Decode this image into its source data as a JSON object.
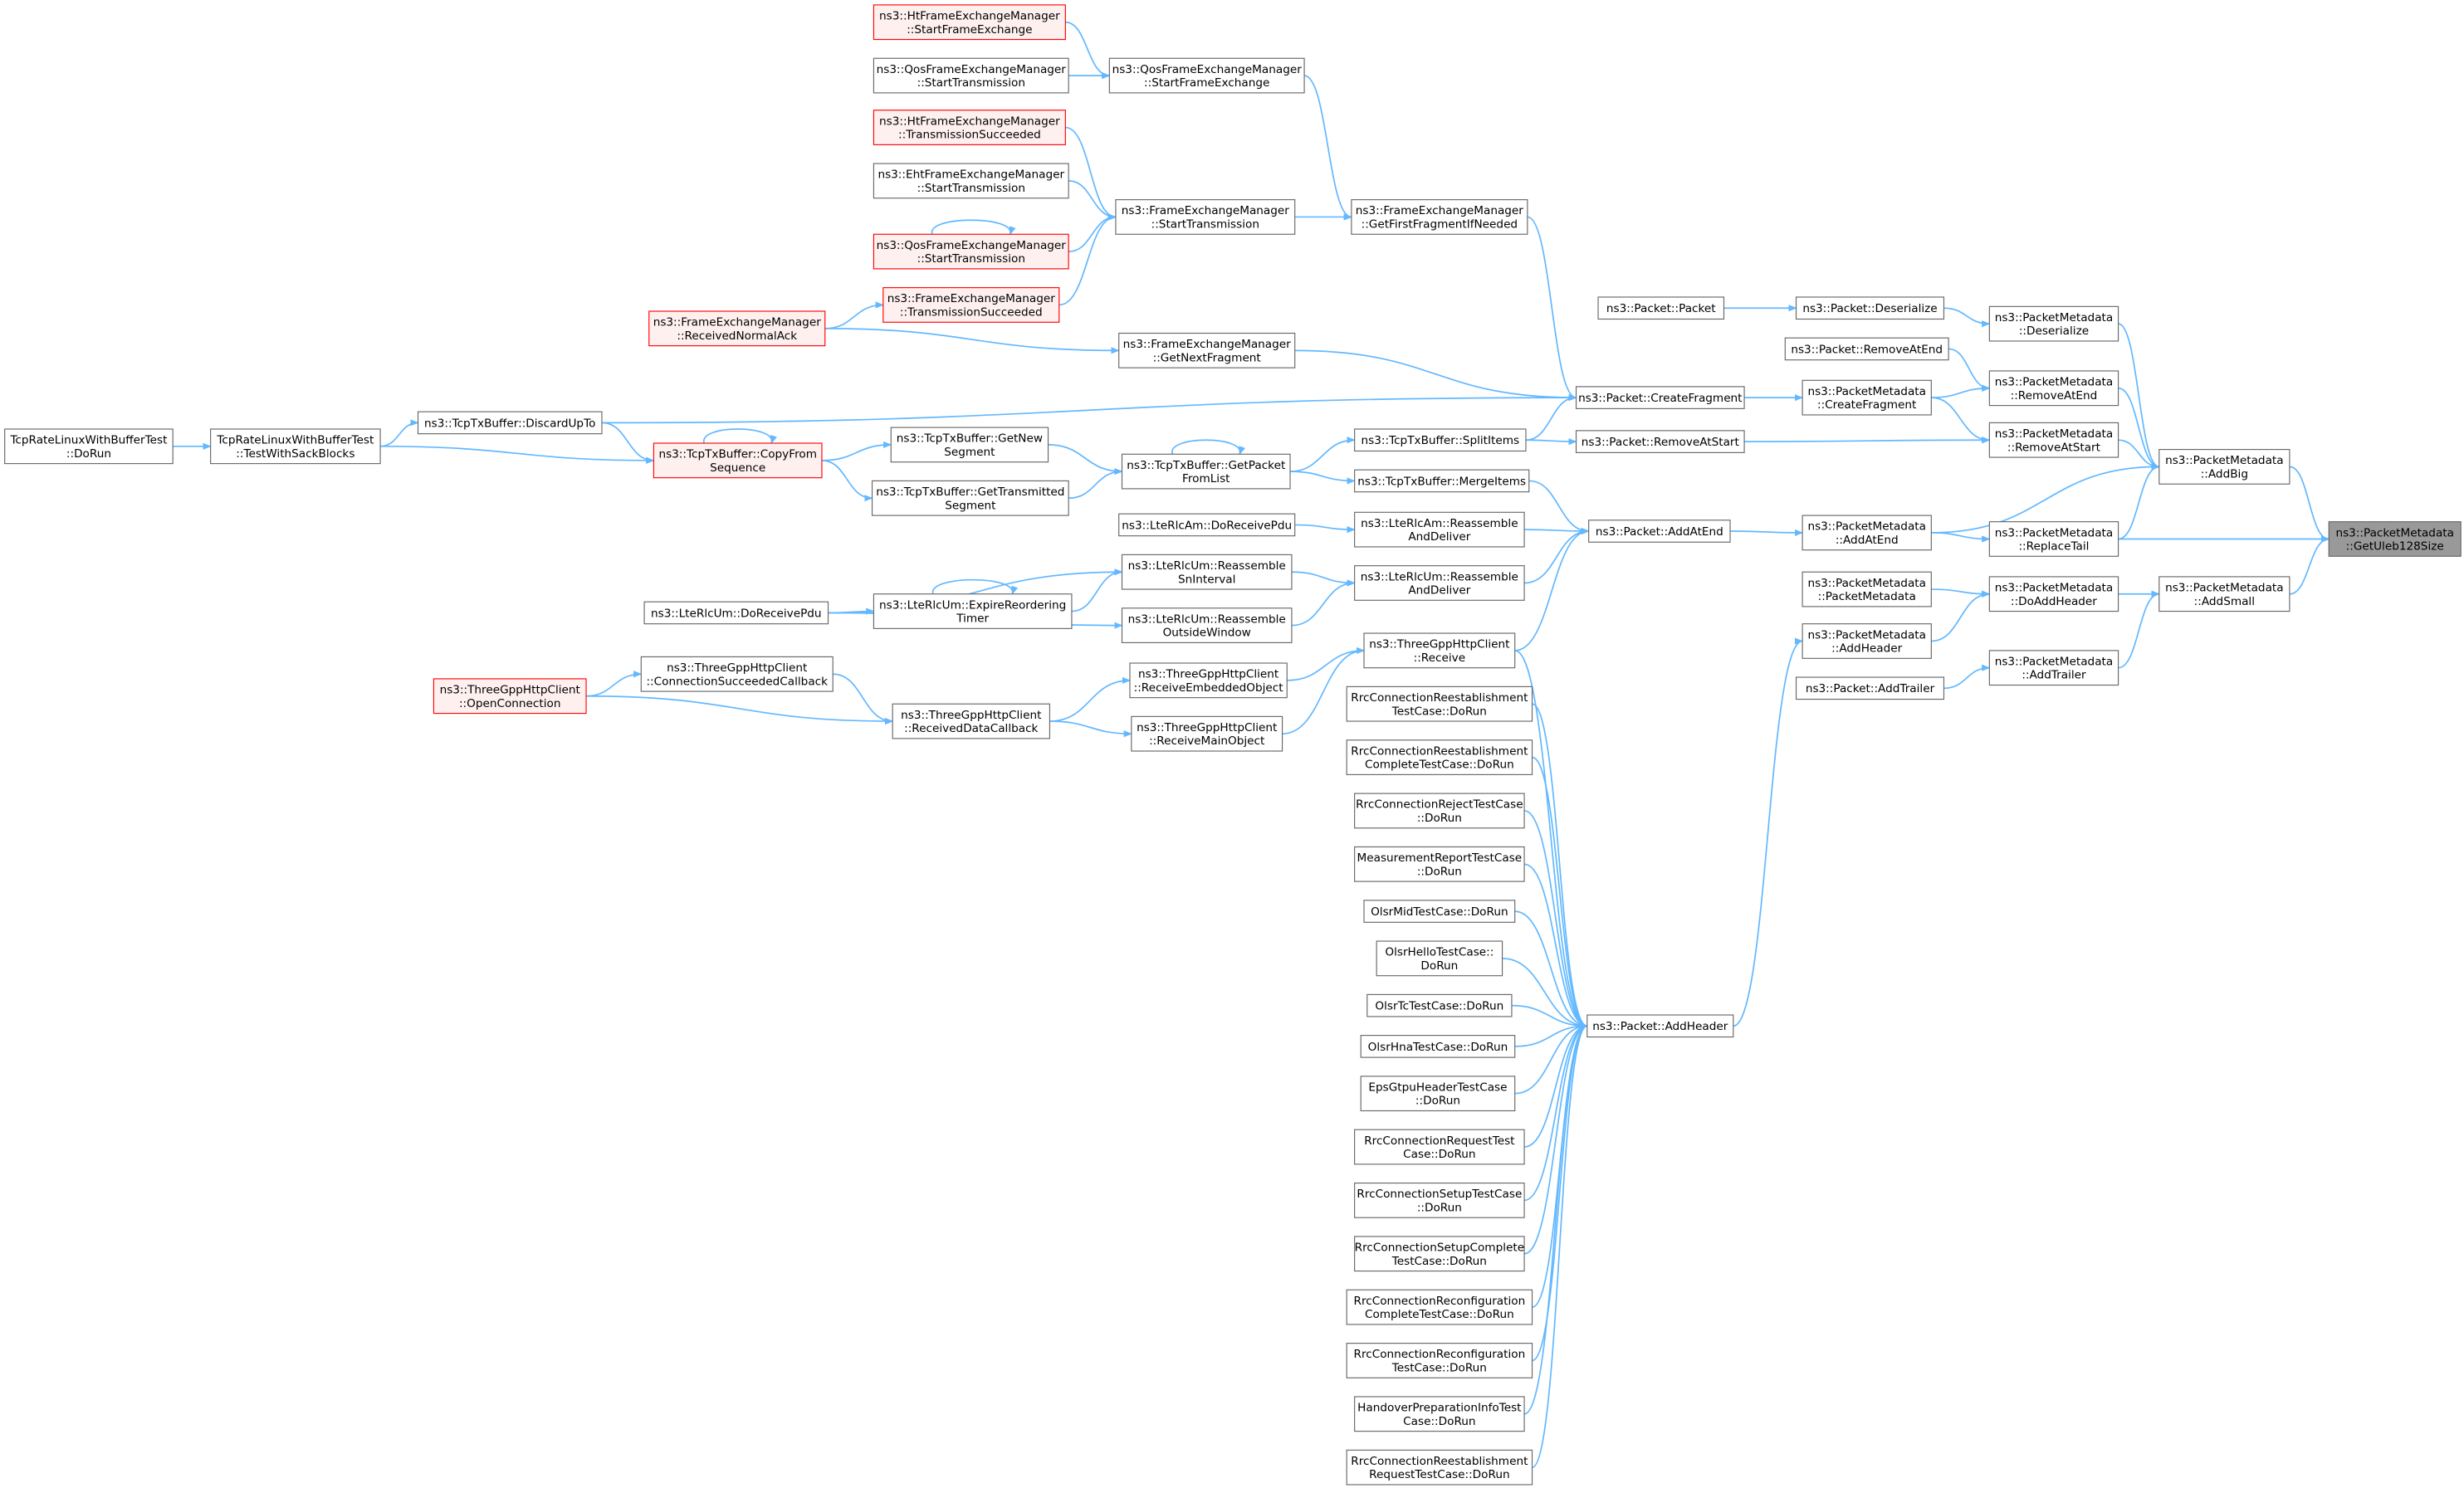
{
  "graph": {
    "title": "Caller graph of ns3::PacketMetadata::GetUleb128Size",
    "colors": {
      "edge": "#63b8ff",
      "target_fill": "#999999",
      "red_border": "#ff0000",
      "red_fill": "#fff0f0"
    },
    "nodes": {
      "target": [
        "ns3::PacketMetadata",
        "::GetUleb128Size"
      ],
      "addbig": [
        "ns3::PacketMetadata",
        "::AddBig"
      ],
      "addsmall": [
        "ns3::PacketMetadata",
        "::AddSmall"
      ],
      "pm_deserialize": [
        "ns3::PacketMetadata",
        "::Deserialize"
      ],
      "pm_removeatend": [
        "ns3::PacketMetadata",
        "::RemoveAtEnd"
      ],
      "pm_removeatstart": [
        "ns3::PacketMetadata",
        "::RemoveAtStart"
      ],
      "pm_replacetail": [
        "ns3::PacketMetadata",
        "::ReplaceTail"
      ],
      "pm_doaddheader": [
        "ns3::PacketMetadata",
        "::DoAddHeader"
      ],
      "pm_addtrailer": [
        "ns3::PacketMetadata",
        "::AddTrailer"
      ],
      "p_deserialize": [
        "ns3::Packet::Deserialize"
      ],
      "p_removeatend": [
        "ns3::Packet::RemoveAtEnd"
      ],
      "pm_createfragment": [
        "ns3::PacketMetadata",
        "::CreateFragment"
      ],
      "pm_addatend": [
        "ns3::PacketMetadata",
        "::AddAtEnd"
      ],
      "pm_packetmetadata": [
        "ns3::PacketMetadata",
        "::PacketMetadata"
      ],
      "pm_addheader": [
        "ns3::PacketMetadata",
        "::AddHeader"
      ],
      "p_addtrailer": [
        "ns3::Packet::AddTrailer"
      ],
      "p_packet": [
        "ns3::Packet::Packet"
      ],
      "p_createfragment": [
        "ns3::Packet::CreateFragment"
      ],
      "p_removeatstart": [
        "ns3::Packet::RemoveAtStart"
      ],
      "p_addatend": [
        "ns3::Packet::AddAtEnd"
      ],
      "p_addheader": [
        "ns3::Packet::AddHeader"
      ],
      "splititems": [
        "ns3::TcpTxBuffer::SplitItems"
      ],
      "mergeitems": [
        "ns3::TcpTxBuffer::MergeItems"
      ],
      "am_reassemble": [
        "ns3::LteRlcAm::Reassemble",
        "AndDeliver"
      ],
      "um_reassemble": [
        "ns3::LteRlcUm::Reassemble",
        "AndDeliver"
      ],
      "http_receive": [
        "ns3::ThreeGppHttpClient",
        "::Receive"
      ],
      "t1": [
        "RrcConnectionReestablishment",
        "TestCase::DoRun"
      ],
      "t2": [
        "RrcConnectionReestablishment",
        "CompleteTestCase::DoRun"
      ],
      "t3": [
        "RrcConnectionRejectTestCase",
        "::DoRun"
      ],
      "t4": [
        "MeasurementReportTestCase",
        "::DoRun"
      ],
      "t5": [
        "OlsrMidTestCase::DoRun"
      ],
      "t6": [
        "OlsrHelloTestCase::",
        "DoRun"
      ],
      "t7": [
        "OlsrTcTestCase::DoRun"
      ],
      "t8": [
        "OlsrHnaTestCase::DoRun"
      ],
      "t9": [
        "EpsGtpuHeaderTestCase",
        "::DoRun"
      ],
      "t10": [
        "RrcConnectionRequestTest",
        "Case::DoRun"
      ],
      "t11": [
        "RrcConnectionSetupTestCase",
        "::DoRun"
      ],
      "t12": [
        "RrcConnectionSetupComplete",
        "TestCase::DoRun"
      ],
      "t13": [
        "RrcConnectionReconfiguration",
        "CompleteTestCase::DoRun"
      ],
      "t14": [
        "RrcConnectionReconfiguration",
        "TestCase::DoRun"
      ],
      "t15": [
        "HandoverPreparationInfoTest",
        "Case::DoRun"
      ],
      "t16": [
        "RrcConnectionReestablishment",
        "RequestTestCase::DoRun"
      ],
      "fem_getfirstfrag": [
        "ns3::FrameExchangeManager",
        "::GetFirstFragmentIfNeeded"
      ],
      "fem_getnextfrag": [
        "ns3::FrameExchangeManager",
        "::GetNextFragment"
      ],
      "qos_startfe": [
        "ns3::QosFrameExchangeManager",
        "::StartFrameExchange"
      ],
      "fem_starttx": [
        "ns3::FrameExchangeManager",
        "::StartTransmission"
      ],
      "ht_startfe": [
        "ns3::HtFrameExchangeManager",
        "::StartFrameExchange"
      ],
      "qos_starttx": [
        "ns3::QosFrameExchangeManager",
        "::StartTransmission"
      ],
      "ht_txsucc": [
        "ns3::HtFrameExchangeManager",
        "::TransmissionSucceeded"
      ],
      "eht_starttx": [
        "ns3::EhtFrameExchangeManager",
        "::StartTransmission"
      ],
      "qos_starttx2": [
        "ns3::QosFrameExchangeManager",
        "::StartTransmission"
      ],
      "fem_txsucc": [
        "ns3::FrameExchangeManager",
        "::TransmissionSucceeded"
      ],
      "fem_rxnormalack": [
        "ns3::FrameExchangeManager",
        "::ReceivedNormalAck"
      ],
      "getpacketfromlist": [
        "ns3::TcpTxBuffer::GetPacket",
        "FromList"
      ],
      "getnewsegment": [
        "ns3::TcpTxBuffer::GetNew",
        "Segment"
      ],
      "gettransmittedsegment": [
        "ns3::TcpTxBuffer::GetTransmitted",
        "Segment"
      ],
      "copyfromsequence": [
        "ns3::TcpTxBuffer::CopyFrom",
        "Sequence"
      ],
      "discardupto": [
        "ns3::TcpTxBuffer::DiscardUpTo"
      ],
      "testwithsack": [
        "TcpRateLinuxWithBufferTest",
        "::TestWithSackBlocks"
      ],
      "dorun_tcp": [
        "TcpRateLinuxWithBufferTest",
        "::DoRun"
      ],
      "am_doreceivepdu": [
        "ns3::LteRlcAm::DoReceivePdu"
      ],
      "um_snint": [
        "ns3::LteRlcUm::Reassemble",
        "SnInterval"
      ],
      "um_expire": [
        "ns3::LteRlcUm::ExpireReordering",
        "Timer"
      ],
      "um_outside": [
        "ns3::LteRlcUm::Reassemble",
        "OutsideWindow"
      ],
      "um_doreceivepdu": [
        "ns3::LteRlcUm::DoReceivePdu"
      ],
      "http_embedded": [
        "ns3::ThreeGppHttpClient",
        "::ReceiveEmbeddedObject"
      ],
      "http_mainobj": [
        "ns3::ThreeGppHttpClient",
        "::ReceiveMainObject"
      ],
      "http_rdc": [
        "ns3::ThreeGppHttpClient",
        "::ReceivedDataCallback"
      ],
      "http_connsucc": [
        "ns3::ThreeGppHttpClient",
        "::ConnectionSucceededCallback"
      ],
      "http_openconn": [
        "ns3::ThreeGppHttpClient",
        "::OpenConnection"
      ]
    },
    "edges": [
      [
        "addbig",
        "target"
      ],
      [
        "pm_replacetail",
        "target"
      ],
      [
        "addsmall",
        "target"
      ],
      [
        "pm_deserialize",
        "addbig"
      ],
      [
        "pm_removeatend",
        "addbig"
      ],
      [
        "pm_removeatstart",
        "addbig"
      ],
      [
        "pm_addatend",
        "addbig"
      ],
      [
        "pm_replacetail",
        "addbig"
      ],
      [
        "pm_doaddheader",
        "addsmall"
      ],
      [
        "pm_addtrailer",
        "addsmall"
      ],
      [
        "p_deserialize",
        "pm_deserialize"
      ],
      [
        "p_removeatend",
        "pm_removeatend"
      ],
      [
        "pm_createfragment",
        "pm_removeatend"
      ],
      [
        "pm_createfragment",
        "pm_removeatstart"
      ],
      [
        "p_removeatstart",
        "pm_removeatstart"
      ],
      [
        "pm_addatend",
        "pm_replacetail"
      ],
      [
        "pm_packetmetadata",
        "pm_doaddheader"
      ],
      [
        "pm_addheader",
        "pm_doaddheader"
      ],
      [
        "p_addtrailer",
        "pm_addtrailer"
      ],
      [
        "p_packet",
        "p_deserialize"
      ],
      [
        "p_createfragment",
        "pm_createfragment"
      ],
      [
        "p_addatend",
        "pm_addatend"
      ],
      [
        "p_addheader",
        "pm_addheader"
      ],
      [
        "splititems",
        "p_removeatstart"
      ],
      [
        "fem_getfirstfrag",
        "p_createfragment"
      ],
      [
        "fem_getnextfrag",
        "p_createfragment"
      ],
      [
        "discardupto",
        "p_createfragment"
      ],
      [
        "splititems",
        "p_createfragment"
      ],
      [
        "mergeitems",
        "p_addatend"
      ],
      [
        "am_reassemble",
        "p_addatend"
      ],
      [
        "um_reassemble",
        "p_addatend"
      ],
      [
        "http_receive",
        "p_addatend"
      ],
      [
        "http_receive",
        "p_addheader"
      ],
      [
        "t1",
        "p_addheader"
      ],
      [
        "t2",
        "p_addheader"
      ],
      [
        "t3",
        "p_addheader"
      ],
      [
        "t4",
        "p_addheader"
      ],
      [
        "t5",
        "p_addheader"
      ],
      [
        "t6",
        "p_addheader"
      ],
      [
        "t7",
        "p_addheader"
      ],
      [
        "t8",
        "p_addheader"
      ],
      [
        "t9",
        "p_addheader"
      ],
      [
        "t10",
        "p_addheader"
      ],
      [
        "t11",
        "p_addheader"
      ],
      [
        "t12",
        "p_addheader"
      ],
      [
        "t13",
        "p_addheader"
      ],
      [
        "t14",
        "p_addheader"
      ],
      [
        "t15",
        "p_addheader"
      ],
      [
        "t16",
        "p_addheader"
      ],
      [
        "getpacketfromlist",
        "splititems"
      ],
      [
        "getpacketfromlist",
        "mergeitems"
      ],
      [
        "getpacketfromlist",
        "getpacketfromlist"
      ],
      [
        "getnewsegment",
        "getpacketfromlist"
      ],
      [
        "gettransmittedsegment",
        "getpacketfromlist"
      ],
      [
        "copyfromsequence",
        "getnewsegment"
      ],
      [
        "copyfromsequence",
        "gettransmittedsegment"
      ],
      [
        "discardupto",
        "copyfromsequence"
      ],
      [
        "testwithsack",
        "copyfromsequence"
      ],
      [
        "copyfromsequence",
        "copyfromsequence"
      ],
      [
        "testwithsack",
        "discardupto"
      ],
      [
        "dorun_tcp",
        "testwithsack"
      ],
      [
        "qos_startfe",
        "fem_getfirstfrag"
      ],
      [
        "fem_starttx",
        "fem_getfirstfrag"
      ],
      [
        "ht_startfe",
        "qos_startfe"
      ],
      [
        "qos_starttx",
        "qos_startfe"
      ],
      [
        "ht_txsucc",
        "fem_starttx"
      ],
      [
        "eht_starttx",
        "fem_starttx"
      ],
      [
        "qos_starttx2",
        "fem_starttx"
      ],
      [
        "fem_txsucc",
        "fem_starttx"
      ],
      [
        "qos_starttx2",
        "qos_starttx2"
      ],
      [
        "fem_rxnormalack",
        "fem_txsucc"
      ],
      [
        "fem_rxnormalack",
        "fem_getnextfrag"
      ],
      [
        "am_doreceivepdu",
        "am_reassemble"
      ],
      [
        "um_snint",
        "um_reassemble"
      ],
      [
        "um_outside",
        "um_reassemble"
      ],
      [
        "um_expire",
        "um_snint"
      ],
      [
        "um_doreceivepdu",
        "um_snint"
      ],
      [
        "um_doreceivepdu",
        "um_expire"
      ],
      [
        "um_expire",
        "um_expire"
      ],
      [
        "um_doreceivepdu",
        "um_outside"
      ],
      [
        "http_embedded",
        "http_receive"
      ],
      [
        "http_mainobj",
        "http_receive"
      ],
      [
        "http_rdc",
        "http_embedded"
      ],
      [
        "http_rdc",
        "http_mainobj"
      ],
      [
        "http_connsucc",
        "http_rdc"
      ],
      [
        "http_openconn",
        "http_rdc"
      ],
      [
        "http_openconn",
        "http_connsucc"
      ]
    ]
  }
}
